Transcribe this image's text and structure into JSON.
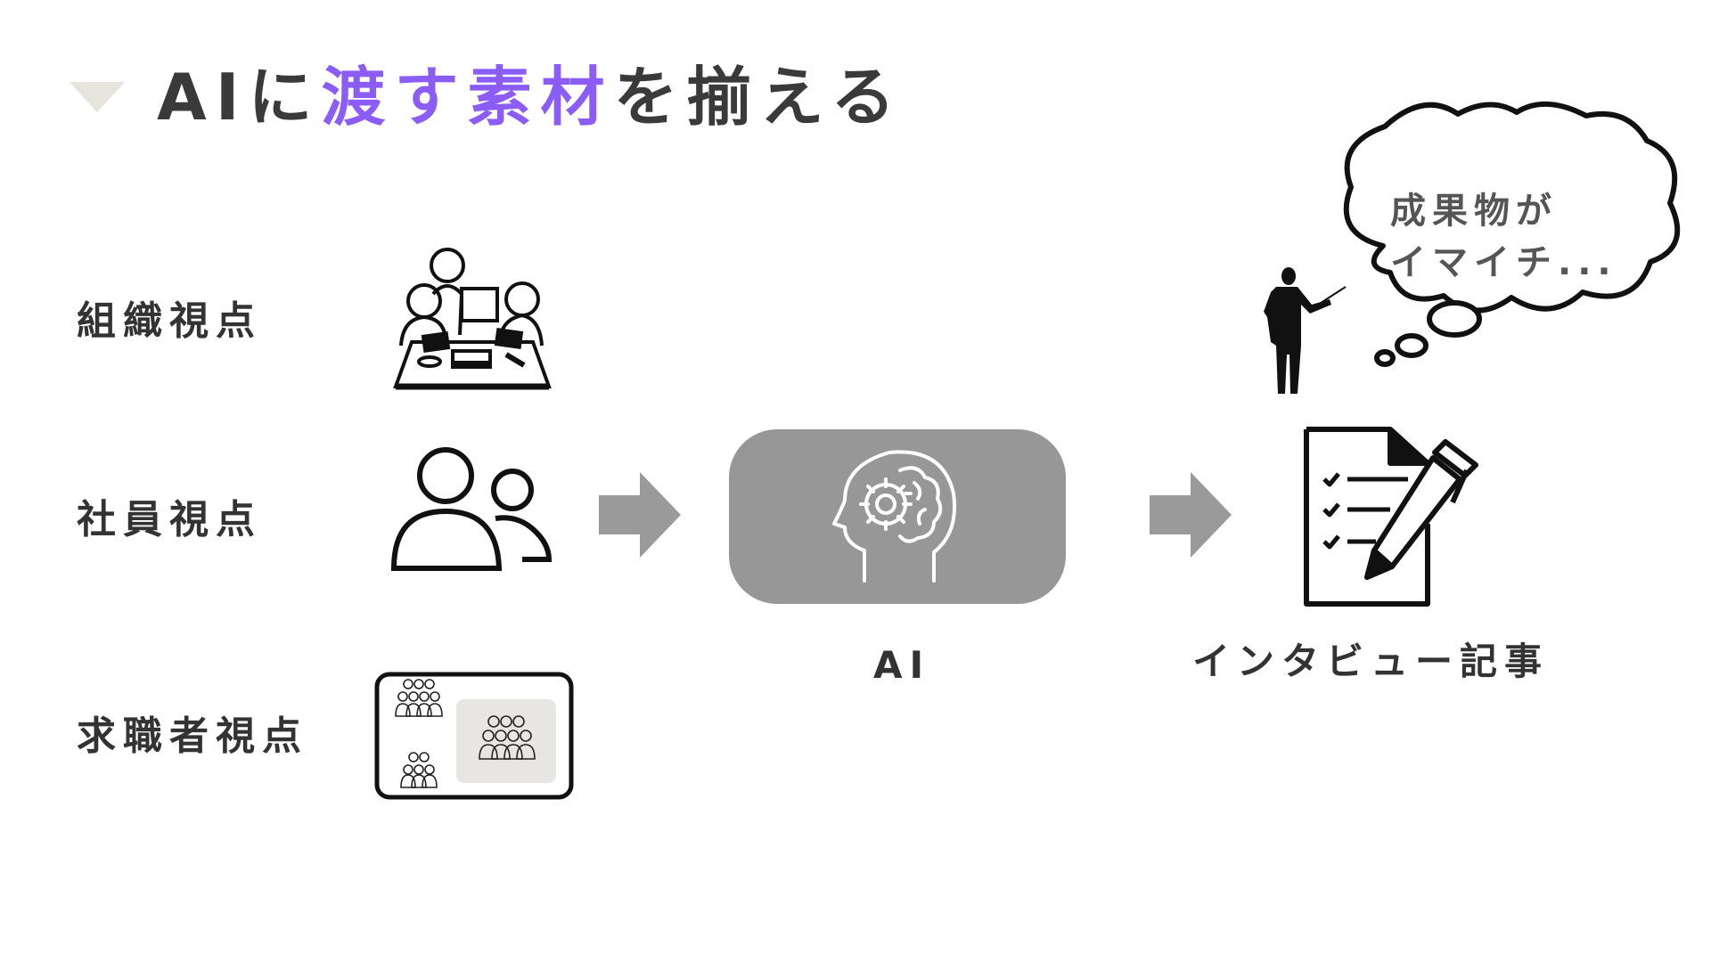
{
  "title": {
    "prefix": "AIに",
    "accent": "渡す素材",
    "suffix": "を揃える",
    "accent_color": "#8b5cf6",
    "marker_icon": "triangle-down-icon"
  },
  "rows": [
    {
      "label": "組織視点",
      "icon": "meeting-table-icon"
    },
    {
      "label": "社員視点",
      "icon": "people-icon"
    },
    {
      "label": "求職者視点",
      "icon": "candidate-groups-icon"
    }
  ],
  "flow": {
    "arrow_icon": "arrow-right-icon",
    "arrow_color": "#9a9a9a",
    "ai": {
      "caption": "AI",
      "icon": "brain-gear-head-icon",
      "box_color": "#979797"
    },
    "output": {
      "caption": "インタビュー記事",
      "icon": "checklist-document-pen-icon"
    }
  },
  "thought": {
    "lines": [
      "成果物が",
      "イマイチ..."
    ],
    "icons": [
      "presenter-silhouette-icon",
      "thought-cloud-icon"
    ]
  }
}
